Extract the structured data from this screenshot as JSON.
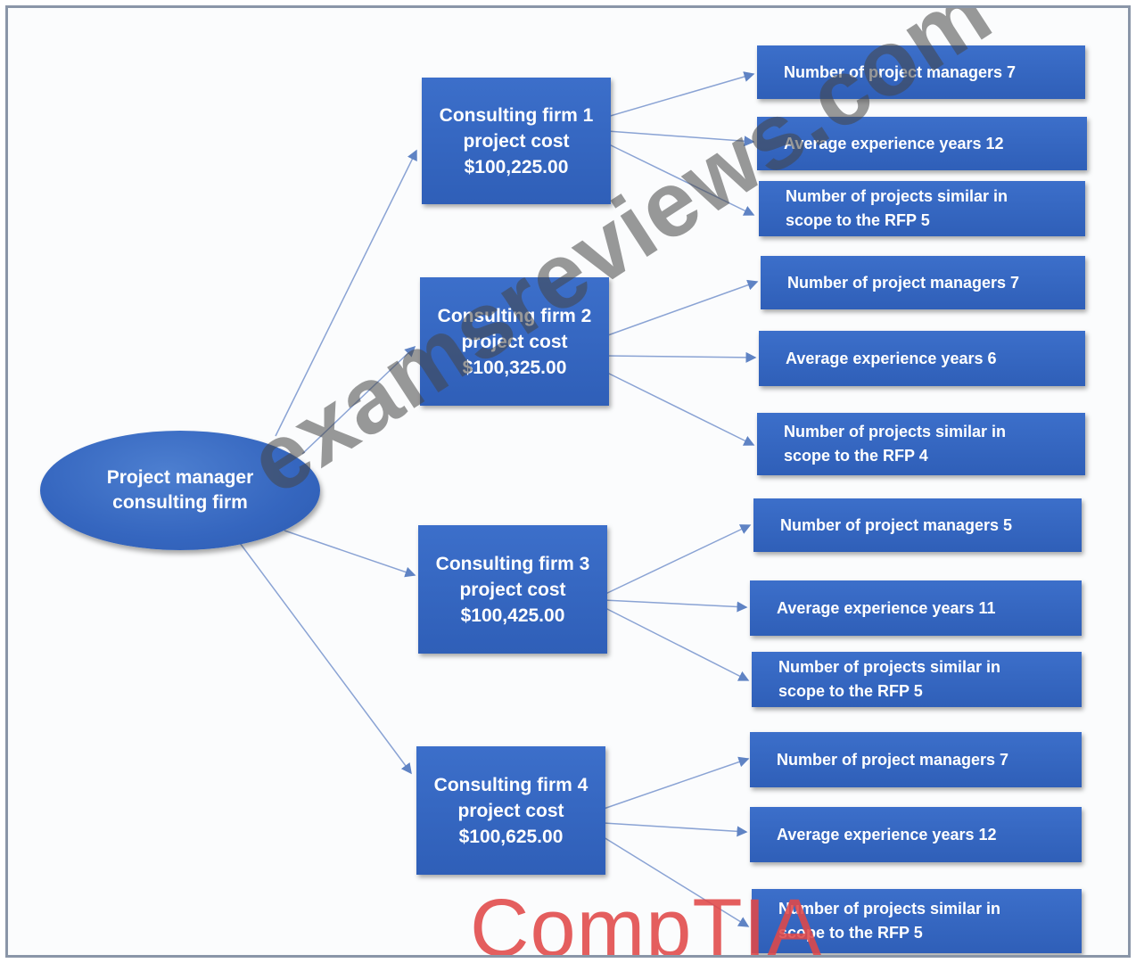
{
  "root": {
    "line1": "Project manager",
    "line2": "consulting firm"
  },
  "firms": [
    {
      "name": "Consulting firm 1",
      "cost_label": "project cost",
      "cost": "$100,225.00",
      "metrics": [
        {
          "lines": [
            "Number of project managers 7"
          ]
        },
        {
          "lines": [
            "Average experience years 12"
          ]
        },
        {
          "lines": [
            "Number of projects similar in",
            "scope to the RFP 5"
          ]
        }
      ]
    },
    {
      "name": "Consulting firm 2",
      "cost_label": "project cost",
      "cost": "$100,325.00",
      "metrics": [
        {
          "lines": [
            "Number of project managers 7"
          ]
        },
        {
          "lines": [
            "Average experience years 6"
          ]
        },
        {
          "lines": [
            "Number of projects similar in",
            "scope to the RFP 4"
          ]
        }
      ]
    },
    {
      "name": "Consulting firm 3",
      "cost_label": "project cost",
      "cost": "$100,425.00",
      "metrics": [
        {
          "lines": [
            "Number of project managers 5"
          ]
        },
        {
          "lines": [
            "Average experience years 11"
          ]
        },
        {
          "lines": [
            "Number of projects similar in",
            "scope to the RFP 5"
          ]
        }
      ]
    },
    {
      "name": "Consulting firm 4",
      "cost_label": "project cost",
      "cost": "$100,625.00",
      "metrics": [
        {
          "lines": [
            "Number of project managers 7"
          ]
        },
        {
          "lines": [
            "Average experience years 12"
          ]
        },
        {
          "lines": [
            "Number of projects similar in",
            "scope to the RFP 5"
          ]
        }
      ]
    }
  ],
  "watermark": "examsreviews.com",
  "logo": "CompTIA",
  "colors": {
    "node_fill": "#3566bf",
    "connector": "#6f8fca",
    "logo": "#e04848"
  }
}
